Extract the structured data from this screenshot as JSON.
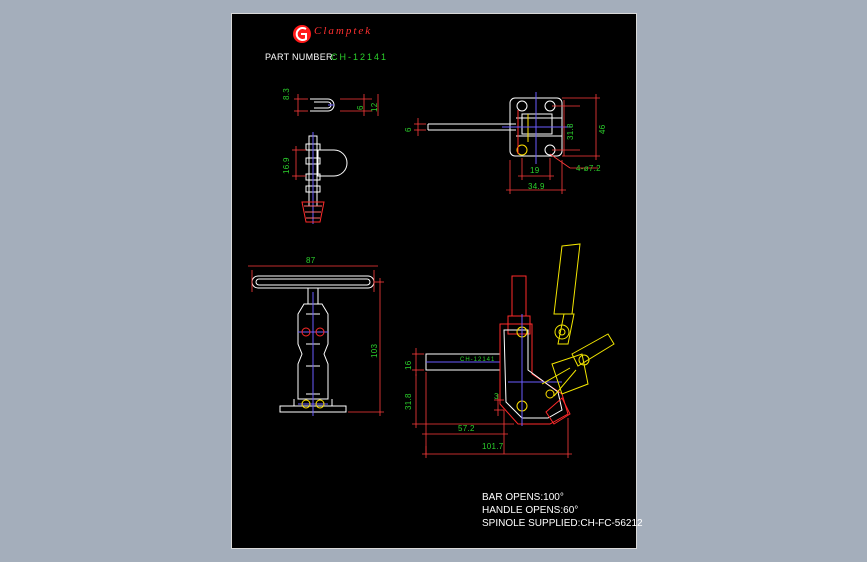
{
  "logo": {
    "brand": "Clamptek"
  },
  "part": {
    "label": "PART NUMBER:",
    "number": "CH-12141"
  },
  "dims": {
    "d_8_3": "8.3",
    "d_6_top": "6",
    "d_12": "12",
    "d_16_9": "16.9",
    "d_6_side": "6",
    "d_31_8_top": "31.8",
    "d_46": "46",
    "d_19": "19",
    "d_holes": "4-ø7.2",
    "d_34_9": "34.9",
    "d_87": "87",
    "d_103": "103",
    "d_16": "16",
    "d_31_8_side": "31.8",
    "d_3": "3",
    "d_57_2": "57.2",
    "d_101_7": "101.7",
    "bar_mark": "CH-12141"
  },
  "notes": {
    "bar_opens": "BAR OPENS:100°",
    "handle_opens": "HANDLE OPENS:60°",
    "spindle": "SPINOLE SUPPLIED:CH-FC-56212"
  },
  "colors": {
    "background": "#a4aebb",
    "sheet": "#000000",
    "outline": "#ffffff",
    "dimension": "#ff3b3b",
    "dim_text": "#2bd02b",
    "center": "#6a5cff",
    "handle": "#f3e600",
    "accent": "#ff2a2a"
  }
}
